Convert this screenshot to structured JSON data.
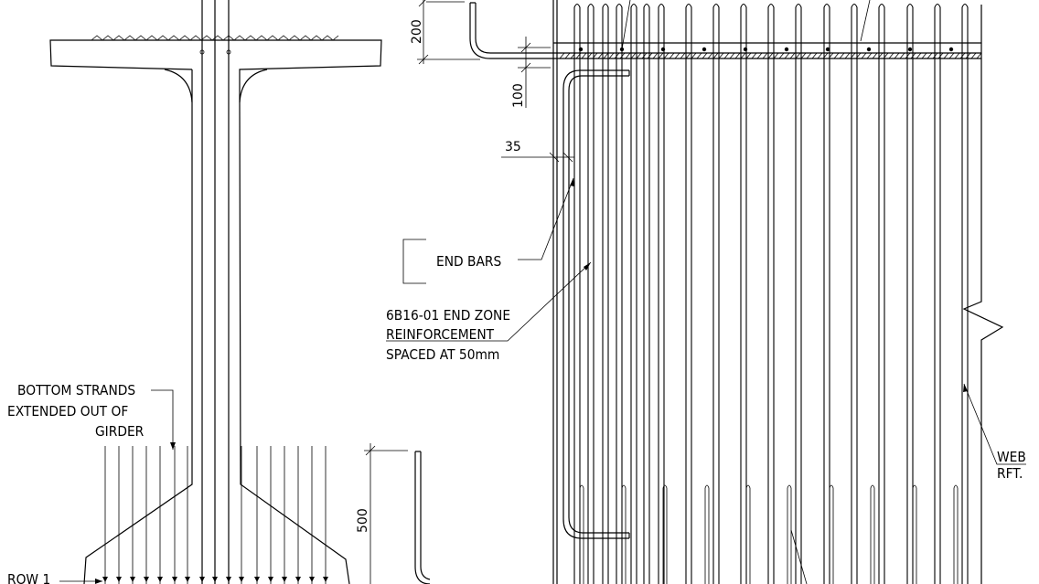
{
  "labels": {
    "bottom_strands_line1": "BOTTOM STRANDS",
    "bottom_strands_line2": "EXTENDED OUT OF",
    "bottom_strands_line3": "GIRDER",
    "row_1": "ROW 1",
    "end_bars": "END BARS",
    "end_zone_line1": "6B16-01 END ZONE",
    "end_zone_line2": "REINFORCEMENT",
    "end_zone_line3": "SPACED AT 50mm",
    "web_rft_line1": "WEB",
    "web_rft_line2": "RFT."
  },
  "dimensions": {
    "d200": "200",
    "d100": "100",
    "d35": "35",
    "d500": "500"
  },
  "colors": {
    "line": "#000000",
    "background": "#ffffff"
  }
}
